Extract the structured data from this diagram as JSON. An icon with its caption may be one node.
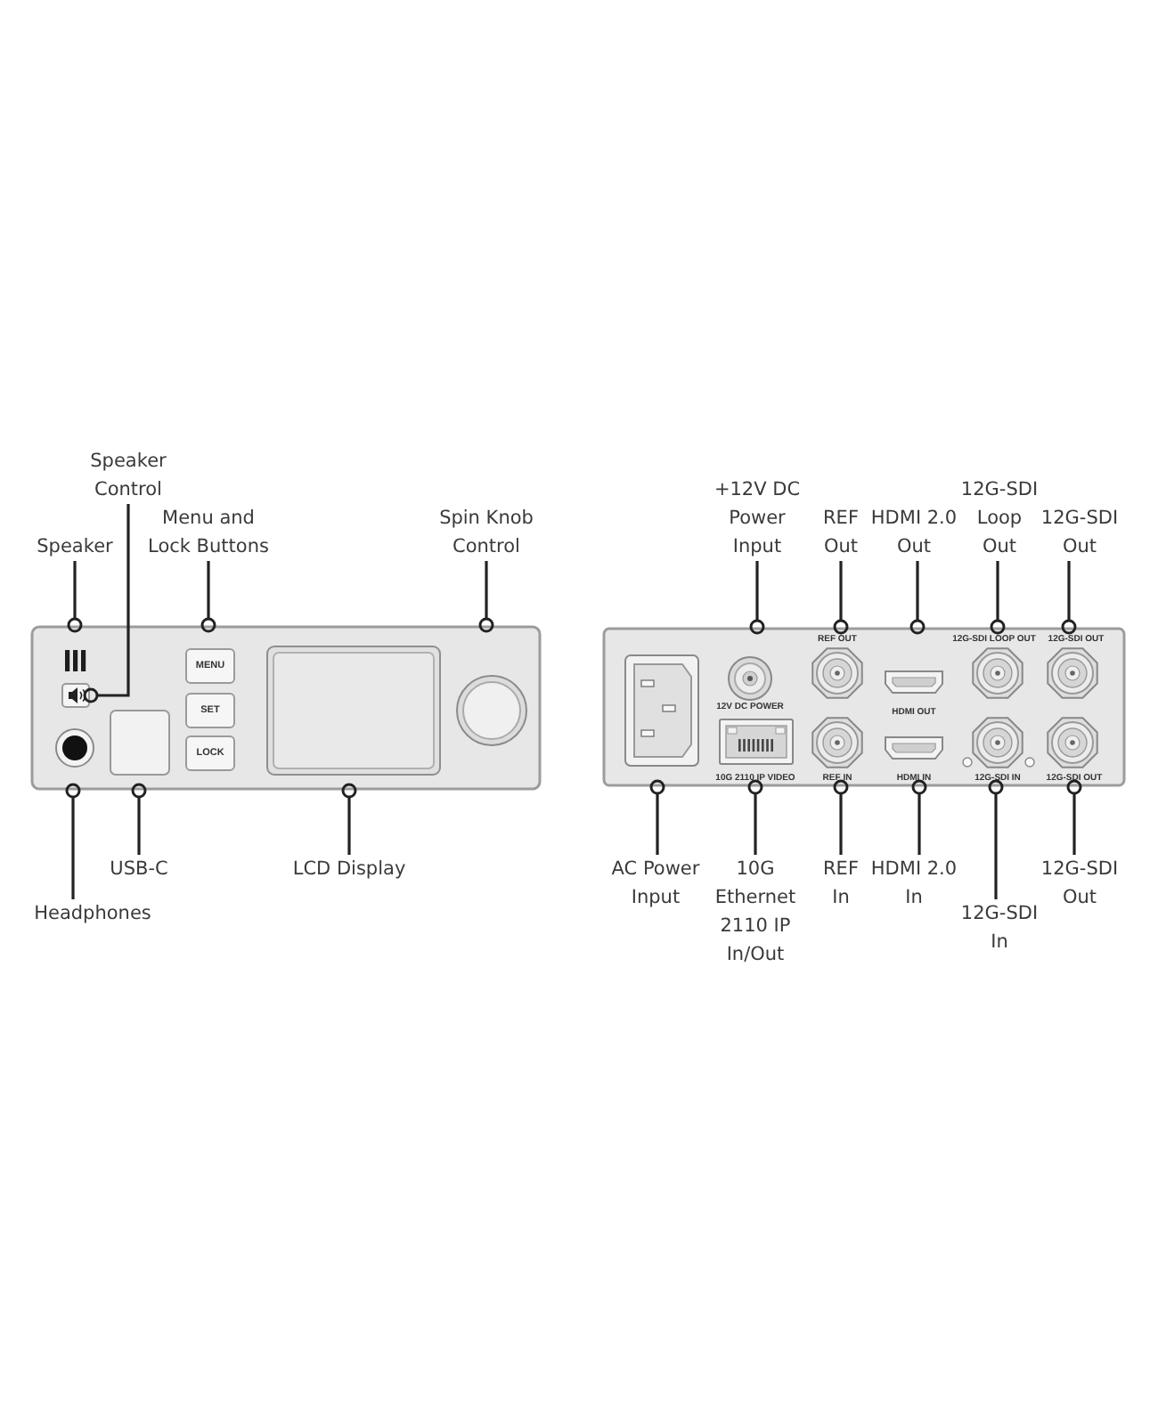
{
  "diagram": {
    "nodes": [
      {
        "text": [
          "Speaker Control"
        ]
      },
      {
        "text": [
          "Speaker"
        ]
      },
      {
        "text": [
          "Menu and Lock Buttons"
        ]
      },
      {
        "text": [
          "Spin Knob Control"
        ]
      },
      {
        "text": [
          "+12V DC Power Input"
        ]
      },
      {
        "text": [
          "REF Out"
        ]
      },
      {
        "text": [
          "HDMI 2.0 Out"
        ]
      },
      {
        "text": [
          "12G-SDI Loop Out"
        ]
      },
      {
        "text": [
          "12G-SDI Out"
        ]
      },
      {
        "text": [],
        "shape": "picture"
      },
      {
        "text": [],
        "shape": "box",
        "in": 9
      },
      {
        "text": [
          "MENU"
        ],
        "in": 9
      },
      {
        "text": [
          "SET"
        ],
        "in": 9
      },
      {
        "text": [
          "LOCK"
        ],
        "in": 9
      },
      {
        "text": [],
        "shape": "picture"
      },
      {
        "text": [
          "USB-C"
        ]
      },
      {
        "text": [
          "LCD Display"
        ]
      },
      {
        "text": [
          "AC Power Input"
        ]
      },
      {
        "text": [
          "10G Ethernet 2110 IP In/Out"
        ]
      },
      {
        "text": [
          "REF In"
        ]
      },
      {
        "text": [
          "HDMI 2.0 In"
        ]
      },
      {
        "text": [
          "Headphones"
        ]
      },
      {
        "text": [
          "12G-SDI In"
        ]
      },
      {
        "text": [
          "12G-SDI Out"
        ]
      }
    ],
    "edges": [
      {
        "from": 0,
        "to": 10,
        "arrow": "other"
      },
      {
        "from": 1,
        "to": 9,
        "arrow": "other"
      },
      {
        "from": 2,
        "to": 9,
        "arrow": "other"
      },
      {
        "from": 3,
        "to": 9,
        "arrow": "other"
      },
      {
        "from": 4,
        "to": 14,
        "arrow": "other"
      },
      {
        "from": 5,
        "to": 14,
        "arrow": "other"
      },
      {
        "from": 6,
        "to": 14,
        "arrow": "other"
      },
      {
        "from": 7,
        "to": 14,
        "arrow": "other"
      },
      {
        "from": 8,
        "to": 14,
        "arrow": "other"
      },
      {
        "from": 15,
        "to": 9,
        "arrow": "other"
      },
      {
        "from": 16,
        "to": 9,
        "arrow": "other"
      },
      {
        "from": 17,
        "to": 14,
        "arrow": "other"
      },
      {
        "from": 18,
        "to": 14,
        "arrow": "other"
      },
      {
        "from": 19,
        "to": 14,
        "arrow": "other"
      },
      {
        "from": 20,
        "to": 14,
        "arrow": "other"
      },
      {
        "from": 21,
        "to": 9,
        "arrow": "other"
      },
      {
        "from": 22,
        "to": 14,
        "arrow": "other"
      },
      {
        "from": 23,
        "to": 14,
        "arrow": "other"
      }
    ],
    "labels": [
      "REF OUT",
      "12G-SDI LOOP OUT",
      "12G-SDI OUT",
      "12V DC POWER",
      "HDMI OUT",
      "10G 2110 IP VIDEO",
      "REF IN",
      "HDMI IN",
      "12G-SDI IN",
      "12G-SDI OUT"
    ]
  }
}
